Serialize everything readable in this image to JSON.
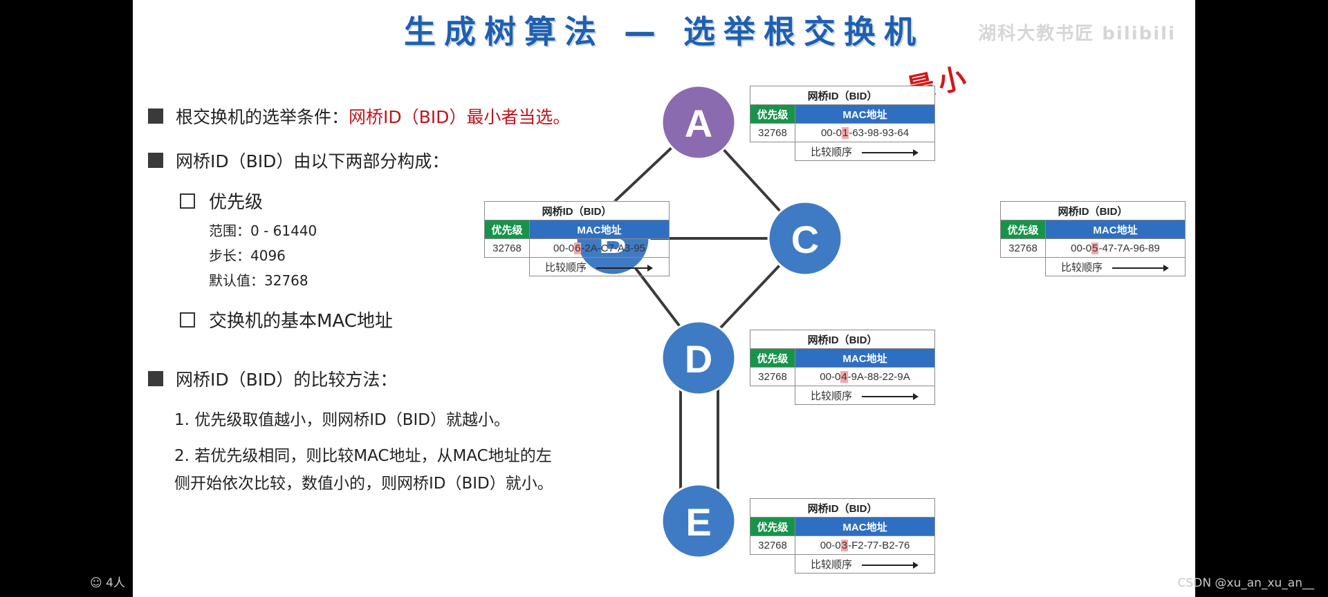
{
  "title": "生成树算法 — 选举根交换机",
  "watermark": "湖科大教书匠 bilibili",
  "bullets": {
    "b1_prefix": "根交换机的选举条件：",
    "b1_red": "网桥ID（BID）最小者当选。",
    "b2": "网桥ID（BID）由以下两部分构成：",
    "sub1": "优先级",
    "range": "范围：0 - 61440",
    "step": "步长：4096",
    "default": "默认值：32768",
    "sub2": "交换机的基本MAC地址",
    "b3": "网桥ID（BID）的比较方法：",
    "rule1": "1. 优先级取值越小，则网桥ID（BID）就越小。",
    "rule2a": "2. 若优先级相同，则比较MAC地址，从MAC地址的左",
    "rule2b": "侧开始依次比较，数值小的，则网桥ID（BID）就小。"
  },
  "label_min": "最小",
  "table_labels": {
    "head": "网桥ID（BID）",
    "priority": "优先级",
    "mac": "MAC地址",
    "compare": "比较顺序"
  },
  "nodes": {
    "A": {
      "label": "A",
      "priority": "32768",
      "mac_pre": "00-0",
      "mac_hl": "1",
      "mac_post": "-63-98-93-64"
    },
    "B": {
      "label": "B",
      "priority": "32768",
      "mac_pre": "00-0",
      "mac_hl": "6",
      "mac_post": "-2A-C7-A3-95"
    },
    "C": {
      "label": "C",
      "priority": "32768",
      "mac_pre": "00-0",
      "mac_hl": "5",
      "mac_post": "-47-7A-96-89"
    },
    "D": {
      "label": "D",
      "priority": "32768",
      "mac_pre": "00-0",
      "mac_hl": "4",
      "mac_post": "-9A-88-22-9A"
    },
    "E": {
      "label": "E",
      "priority": "32768",
      "mac_pre": "00-0",
      "mac_hl": "3",
      "mac_post": "-F2-77-B2-76"
    }
  },
  "colors": {
    "node_A": "#8b6bb0",
    "node_other": "#3f7bc4",
    "title": "#1f5fae",
    "priority_bg": "#17944a",
    "mac_bg": "#2e6fc2"
  },
  "footer_left": "4人",
  "footer_right": "CSDN @xu_an_xu_an__"
}
